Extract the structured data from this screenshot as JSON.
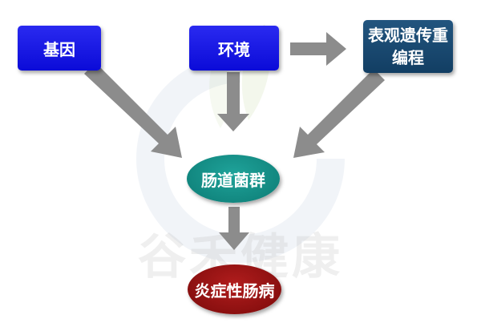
{
  "diagram": {
    "nodes": {
      "gene": "基因",
      "environment": "环境",
      "epigenetic": "表观遗传重编程",
      "microbiota": "肠道菌群",
      "ibd": "炎症性肠病"
    },
    "watermark": "谷禾健康",
    "colors": {
      "blue_box": "#1010e0",
      "dark_box": "#1a4a72",
      "teal_ellipse": "#0e8a82",
      "red_ellipse": "#8b0f0f",
      "arrow": "#8c8c8c"
    }
  }
}
